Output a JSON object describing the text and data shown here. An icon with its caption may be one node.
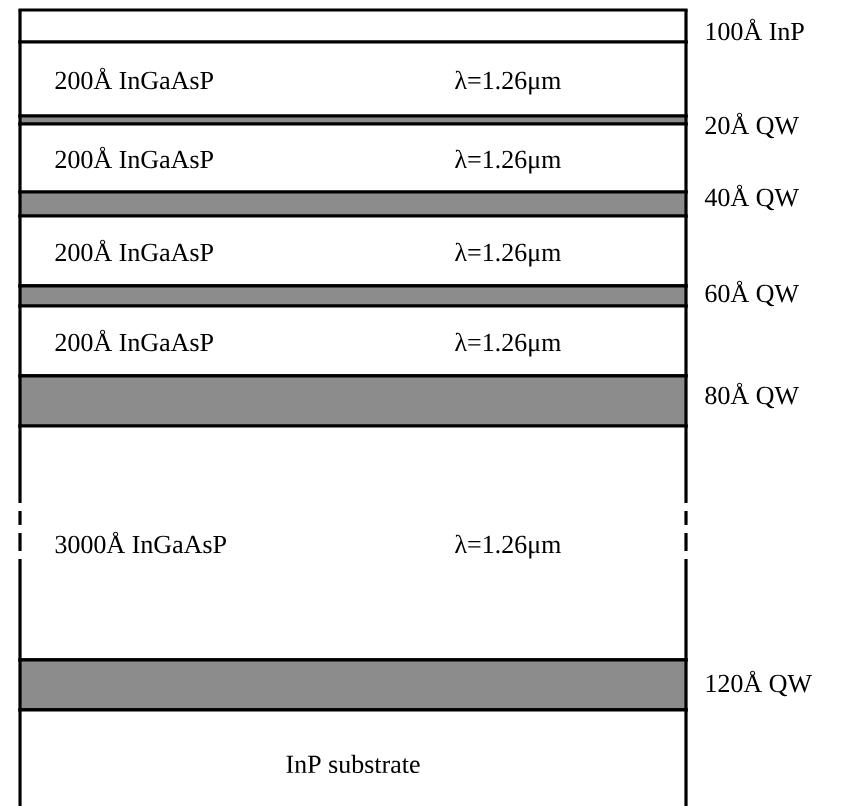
{
  "diagram": {
    "nodes": [
      {
        "text": [
          "100Å InP"
        ]
      },
      {
        "text": [
          "200Å InGaAsP",
          "λ=1.26μm"
        ]
      },
      {
        "text": [],
        "shape": "bar",
        "beside": [
          "20Å QW"
        ]
      },
      {
        "text": [
          "200Å InGaAsP",
          "λ=1.26μm"
        ]
      },
      {
        "text": [],
        "shape": "bar",
        "beside": [
          "40Å QW"
        ]
      },
      {
        "text": [
          "200Å InGaAsP",
          "λ=1.26μm"
        ]
      },
      {
        "text": [],
        "shape": "bar",
        "beside": [
          "60Å QW"
        ]
      },
      {
        "text": [
          "200Å InGaAsP",
          "λ=1.26μm"
        ]
      },
      {
        "text": [],
        "shape": "bar",
        "beside": [
          "80Å QW"
        ]
      },
      {
        "text": [
          "3000Å InGaAsP",
          "λ=1.26μm"
        ]
      },
      {
        "text": [],
        "shape": "bar",
        "beside": [
          "120Å QW"
        ]
      },
      {
        "text": [
          "InP substrate"
        ]
      }
    ]
  }
}
